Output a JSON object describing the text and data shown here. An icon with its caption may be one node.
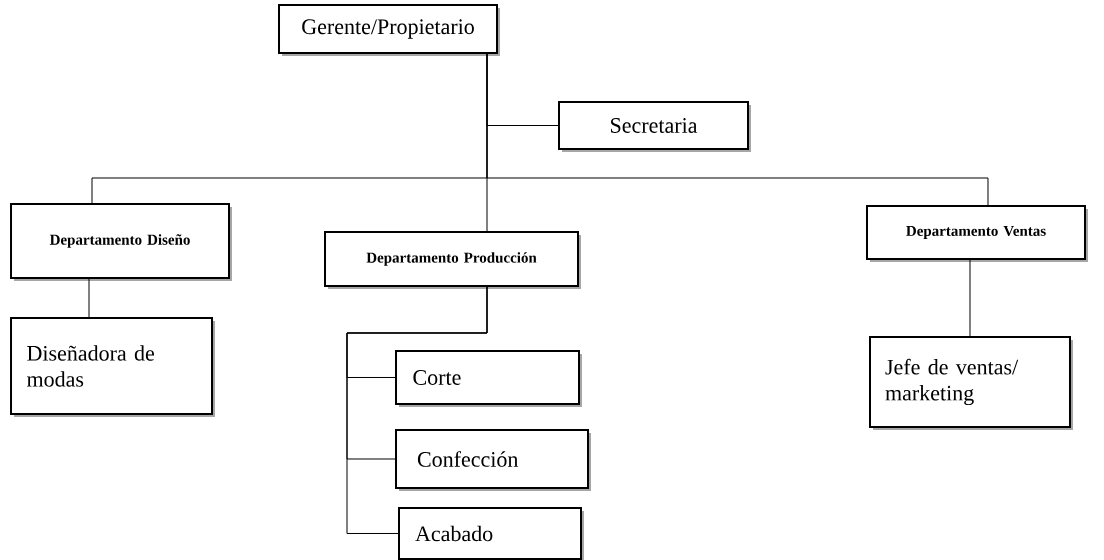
{
  "diagram": {
    "nodes": [
      {
        "text": [
          "Gerente/Propietario"
        ]
      },
      {
        "text": [
          "Secretaria"
        ]
      },
      {
        "text": [
          "Departamento Diseño"
        ]
      },
      {
        "text": [
          "Departamento Producción"
        ]
      },
      {
        "text": [
          "Departamento Ventas"
        ]
      },
      {
        "text": [
          "Diseñadora de modas"
        ]
      },
      {
        "text": [
          "Corte"
        ]
      },
      {
        "text": [
          "Confección"
        ]
      },
      {
        "text": [
          "Acabado"
        ]
      },
      {
        "text": [
          "Jefe de ventas/ marketing"
        ]
      }
    ],
    "edges": [
      {
        "from": 0,
        "to": 1,
        "arrow": "none"
      },
      {
        "from": 0,
        "to": 2,
        "arrow": "none"
      },
      {
        "from": 0,
        "to": 3,
        "arrow": "none"
      },
      {
        "from": 0,
        "to": 4,
        "arrow": "none"
      },
      {
        "from": 2,
        "to": 5,
        "arrow": "none"
      },
      {
        "from": 3,
        "to": 6,
        "arrow": "none"
      },
      {
        "from": 3,
        "to": 7,
        "arrow": "none"
      },
      {
        "from": 3,
        "to": 8,
        "arrow": "none"
      },
      {
        "from": 4,
        "to": 9,
        "arrow": "none"
      }
    ]
  }
}
